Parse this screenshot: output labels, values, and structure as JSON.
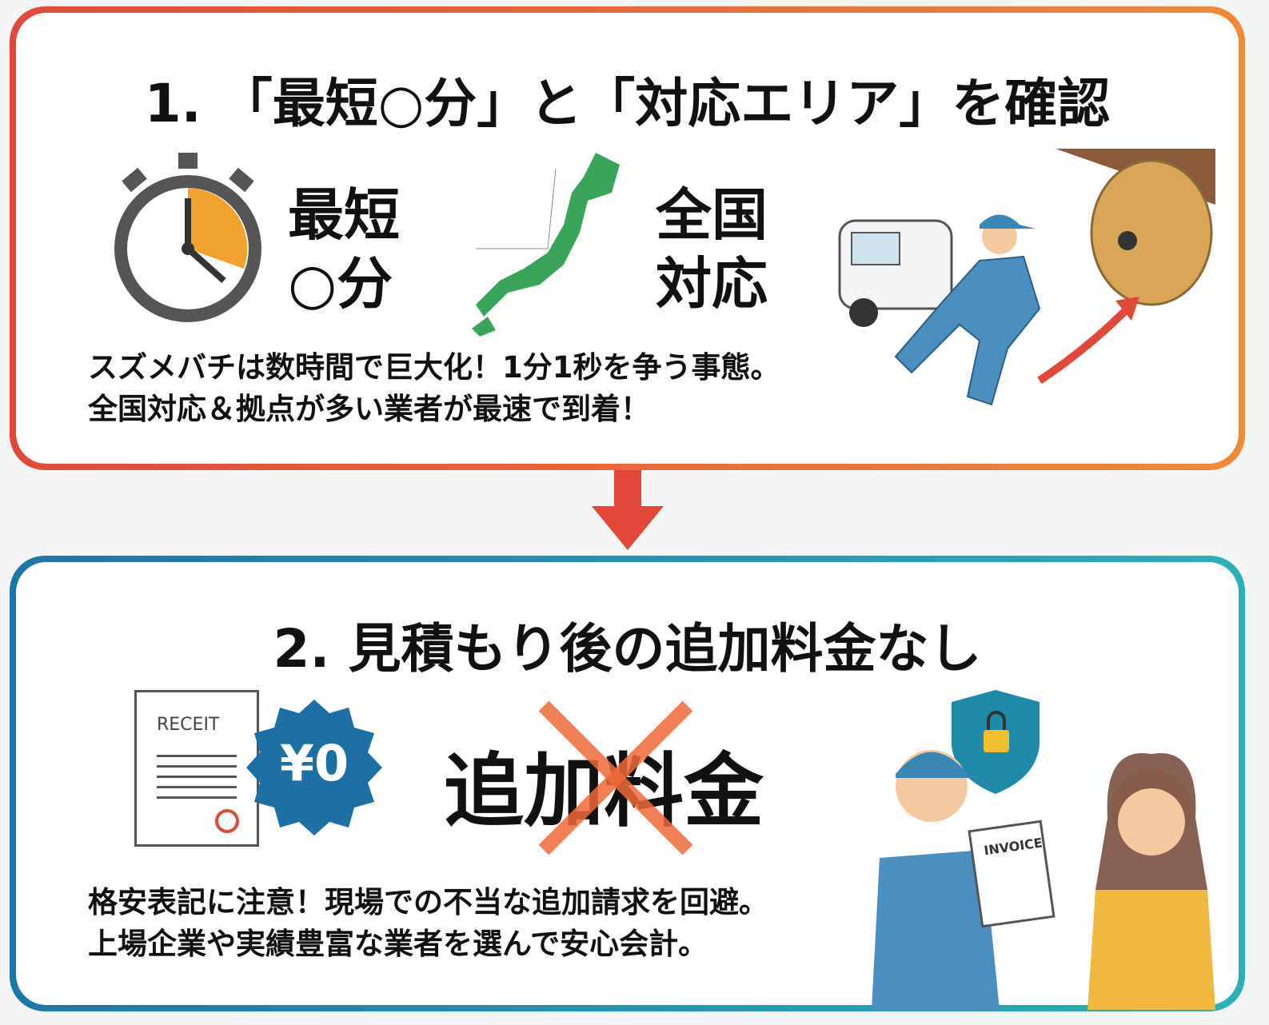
{
  "section1": {
    "title": "1. 「最短○分」と「対応エリア」を確認",
    "time_line1": "最短",
    "time_line2": "○分",
    "area_line1": "全国",
    "area_line2": "対応",
    "desc_line1": "スズメバチは数時間で巨大化！1分1秒を争う事態。",
    "desc_line2": "全国対応＆拠点が多い業者が最速で到着！"
  },
  "section2": {
    "title": "2. 見積もり後の追加料金なし",
    "receipt_label": "RECEIT",
    "badge": "¥0",
    "crossed_text": "追加料金",
    "invoice_label": "INVOICE",
    "desc_line1": "格安表記に注意！現場での不当な追加請求を回避。",
    "desc_line2": "上場企業や実績豊富な業者を選んで安心会計。"
  },
  "colors": {
    "red": "#e2483a",
    "orange": "#ef8a3a",
    "blue": "#1e76a8",
    "teal": "#2bb0b8",
    "green": "#3aa55a"
  }
}
